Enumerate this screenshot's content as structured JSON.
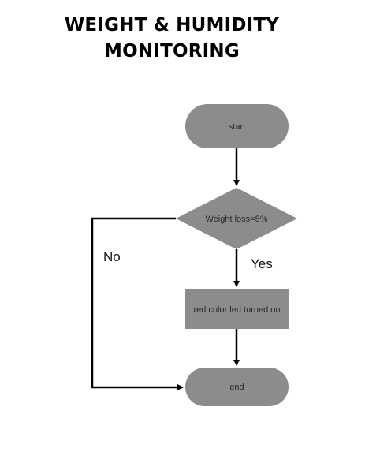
{
  "title": {
    "line1": "WEIGHT & HUMIDITY",
    "line2": "MONITORING"
  },
  "flowchart": {
    "start_label": "start",
    "decision_label": "Weight loss=5%",
    "yes_label": "Yes",
    "no_label": "No",
    "process_label": "red color led turned on",
    "end_label": "end"
  },
  "colors": {
    "node_fill": "#8c8c8c",
    "line": "#000000"
  }
}
